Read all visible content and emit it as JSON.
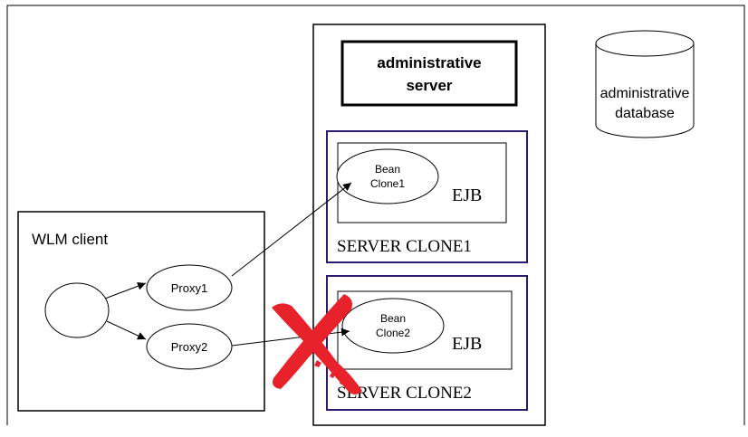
{
  "admin_server": {
    "line1": "administrative",
    "line2": "server"
  },
  "admin_database": {
    "line1": "administrative",
    "line2": "database"
  },
  "wlm_client": {
    "title": "WLM client"
  },
  "proxies": [
    "Proxy1",
    "Proxy2"
  ],
  "server_clones": [
    {
      "bean_line1": "Bean",
      "bean_line2": "Clone1",
      "ejb_label": "EJB",
      "clone_label": "SERVER CLONE1"
    },
    {
      "bean_line1": "Bean",
      "bean_line2": "Clone2",
      "ejb_label": "EJB",
      "clone_label": "SERVER CLONE2"
    }
  ],
  "colors": {
    "clone_border": "#2e1a6e",
    "failure_mark": "#e8222a",
    "line": "#000000"
  },
  "status": {
    "clone2": "failed"
  }
}
